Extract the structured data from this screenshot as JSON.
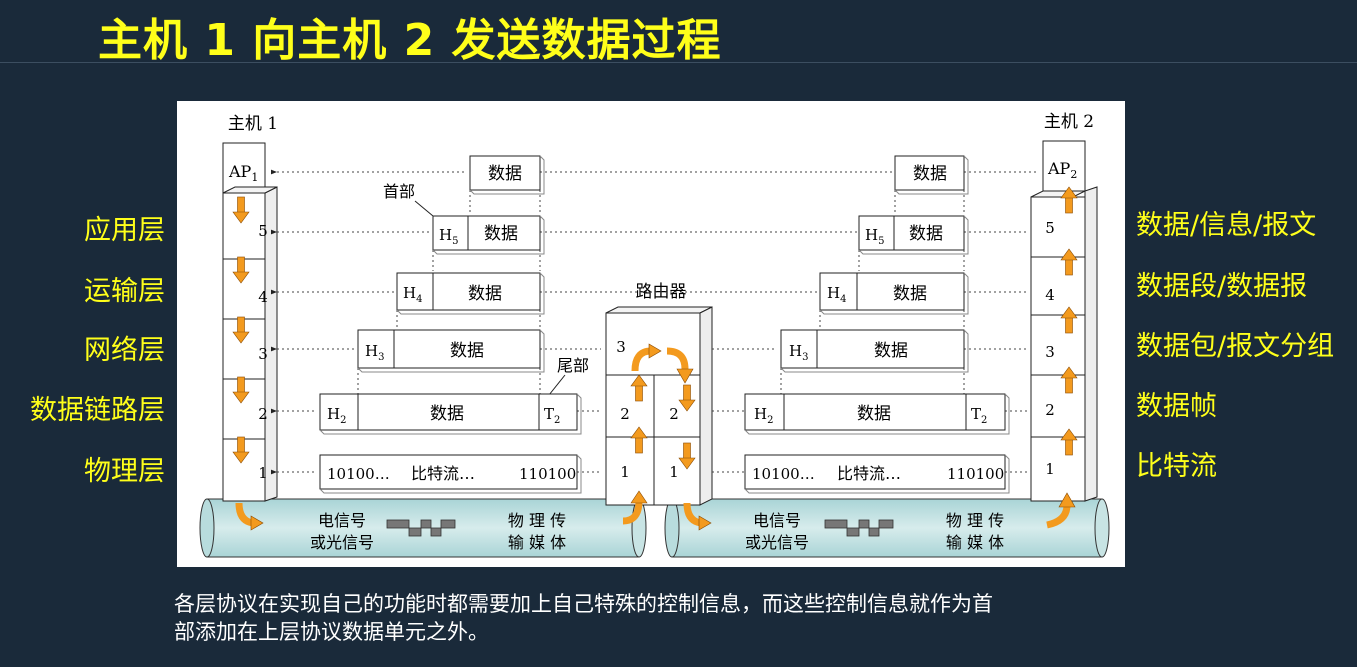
{
  "title": "主机 1 向主机 2 发送数据过程",
  "layers_left": [
    "应用层",
    "运输层",
    "网络层",
    "数据链路层",
    "物理层"
  ],
  "layers_right": [
    "数据/信息/报文",
    "数据段/数据报",
    "数据包/报文分组",
    "数据帧",
    "比特流"
  ],
  "caption_line1": "各层协议在实现自己的功能时都需要加上自己特殊的控制信息，而这些控制信息就作为首",
  "caption_line2": "部添加在上层协议数据单元之外。",
  "diagram": {
    "host1": "主机 1",
    "host2": "主机 2",
    "router": "路由器",
    "ap1": "AP",
    "ap2": "AP",
    "ap_sub1": "1",
    "ap_sub2": "2",
    "layer_numbers": [
      "5",
      "4",
      "3",
      "2",
      "1"
    ],
    "data": "数据",
    "header_label": "首部",
    "trailer_label": "尾部",
    "h5": "H",
    "h5_sub": "5",
    "h4": "H",
    "h4_sub": "4",
    "h3": "H",
    "h3_sub": "3",
    "h2": "H",
    "h2_sub": "2",
    "t2": "T",
    "t2_sub": "2",
    "bits_left": "10100…",
    "bits_mid": "比特流…",
    "bits_right": "110100",
    "router_layers": [
      "3",
      "2",
      "2",
      "1",
      "1"
    ],
    "signal": [
      "电信号",
      "或光信号"
    ],
    "medium": [
      "物 理 传",
      "输 媒 体"
    ]
  }
}
